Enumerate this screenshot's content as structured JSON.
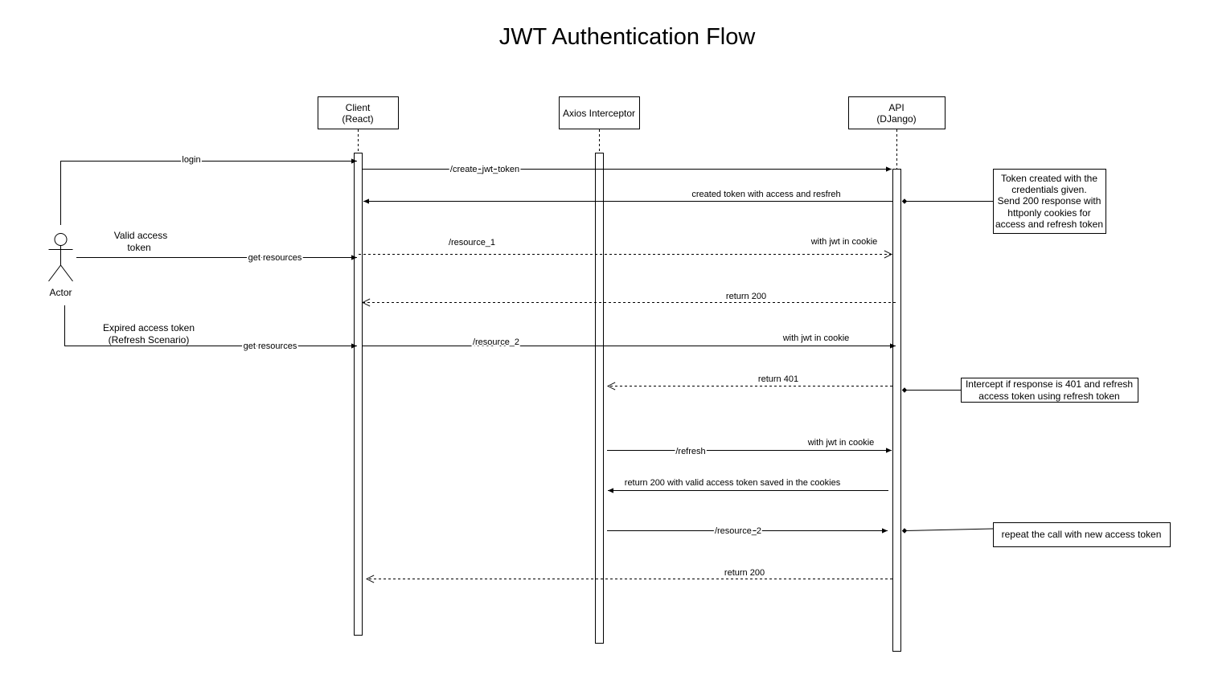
{
  "title": "JWT Authentication Flow",
  "participants": {
    "client": [
      "Client",
      "(React)"
    ],
    "interceptor": [
      "Axios Interceptor"
    ],
    "api": [
      "API",
      "(DJango)"
    ],
    "actor": "Actor"
  },
  "side_labels": {
    "valid": [
      "Valid access",
      "token"
    ],
    "expired": [
      "Expired access token",
      "(Refresh Scenario)"
    ]
  },
  "messages": {
    "login": "login",
    "create_jwt_token": "/create_jwt_token",
    "created_token": "created token with access and resfreh",
    "get_resources_1": "get resources",
    "resource_1": "/resource_1",
    "jwt_cookie_1": "with jwt in cookie",
    "return_200_1": "return 200",
    "get_resources_2": "get resources",
    "resource_2": "/resource_2",
    "jwt_cookie_2": "with jwt in cookie",
    "return_401": "return 401",
    "refresh": "/refresh",
    "jwt_cookie_3": "with jwt in cookie",
    "return_200_refresh": "return 200 with valid access token saved in the cookies",
    "resource_2_retry": "/resource_2",
    "return_200_2": "return 200"
  },
  "notes": {
    "token_created": [
      "Token created with the",
      "credentials given.",
      "Send 200 response with",
      "httponly cookies for",
      "access and refresh token"
    ],
    "intercept": [
      "Intercept if response is 401 and refresh",
      "access token using refresh token"
    ],
    "repeat": [
      "repeat the call with new access token"
    ]
  }
}
